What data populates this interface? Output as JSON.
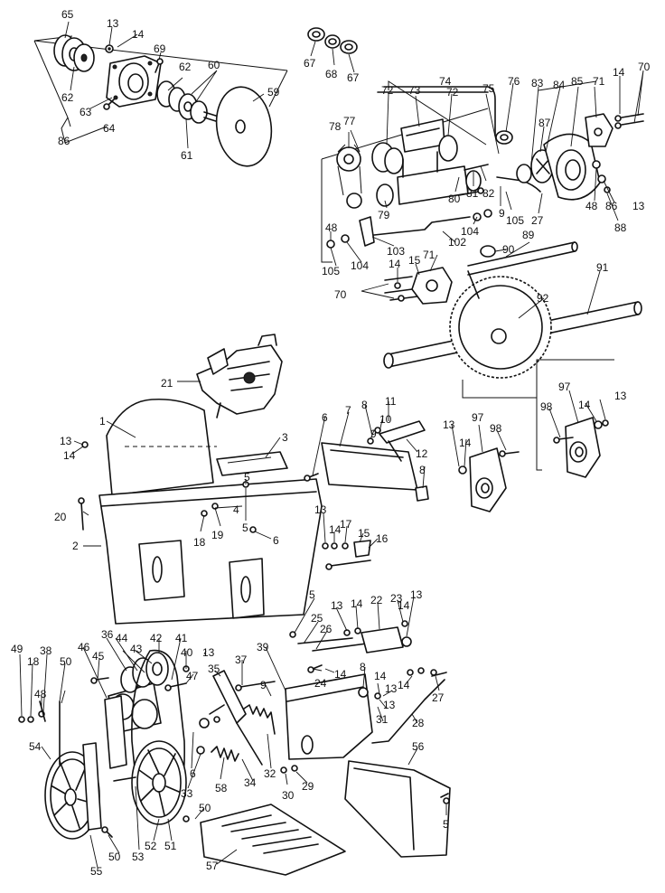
{
  "callouts": [
    "65",
    "13",
    "14",
    "69",
    "62",
    "60",
    "62",
    "63",
    "64",
    "86",
    "61",
    "59",
    "67",
    "68",
    "67",
    "72",
    "73",
    "74",
    "72",
    "75",
    "76",
    "83",
    "84",
    "85",
    "71",
    "14",
    "70",
    "78",
    "77",
    "87",
    "80",
    "81",
    "82",
    "9",
    "105",
    "27",
    "48",
    "86",
    "13",
    "88",
    "79",
    "104",
    "103",
    "102",
    "48",
    "105",
    "104",
    "71",
    "89",
    "90",
    "14",
    "15",
    "70",
    "91",
    "92",
    "97",
    "98",
    "14",
    "13",
    "13",
    "97",
    "98",
    "14",
    "21",
    "1",
    "3",
    "13",
    "14",
    "5",
    "4",
    "5",
    "6",
    "7",
    "8",
    "10",
    "11",
    "9",
    "12",
    "8",
    "20",
    "2",
    "18",
    "19",
    "6",
    "13",
    "14",
    "17",
    "15",
    "16",
    "5",
    "25",
    "26",
    "13",
    "14",
    "22",
    "23",
    "13",
    "14",
    "24",
    "14",
    "49",
    "18",
    "38",
    "48",
    "45",
    "44",
    "36",
    "43",
    "42",
    "41",
    "40",
    "13",
    "46",
    "47",
    "35",
    "37",
    "39",
    "9",
    "8",
    "14",
    "13",
    "14",
    "27",
    "28",
    "31",
    "13",
    "50",
    "54",
    "58",
    "33",
    "6",
    "34",
    "32",
    "30",
    "29",
    "56",
    "5",
    "50",
    "57",
    "53",
    "52",
    "51",
    "55",
    "50"
  ]
}
